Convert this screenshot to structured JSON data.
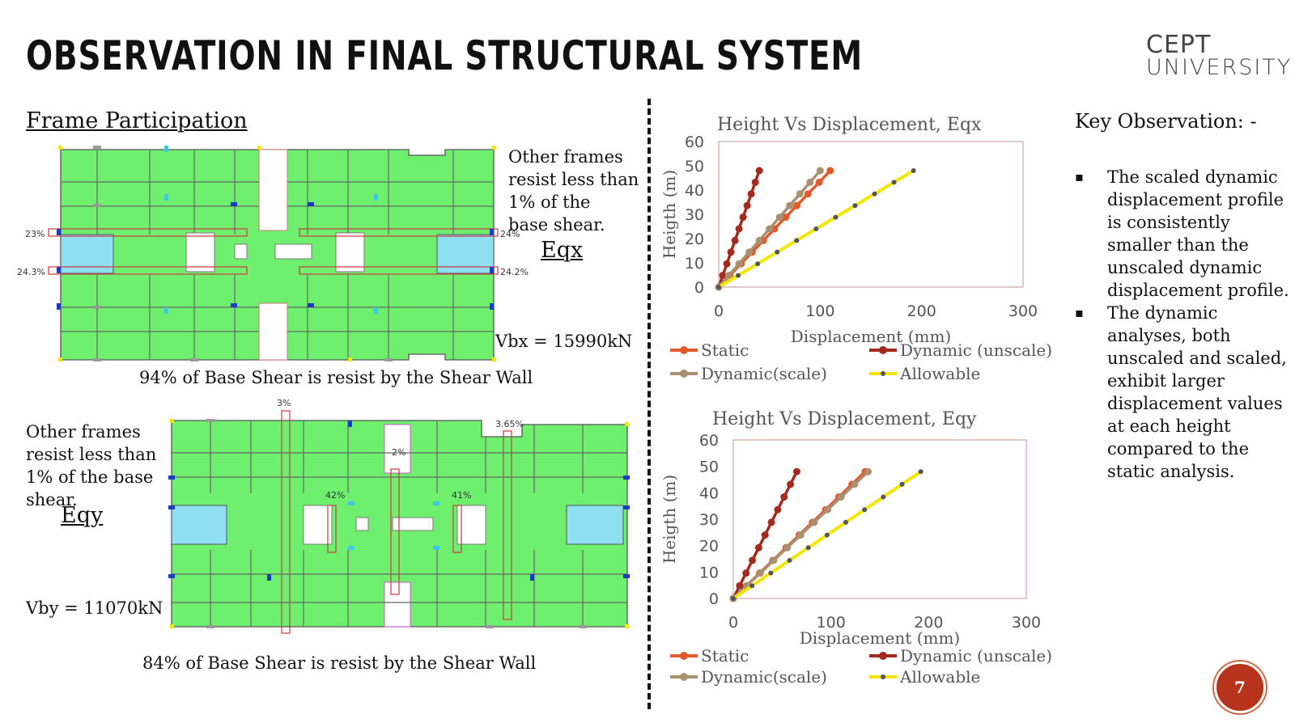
{
  "slide": {
    "title": "OBSERVATION IN FINAL STRUCTURAL SYSTEM",
    "logo_line1": "CEPT",
    "logo_line2": "UNIVERSITY",
    "page_number": "7"
  },
  "left": {
    "section_title": "Frame Participation",
    "eqx": {
      "note": [
        "Other frames",
        "resist less than",
        "1% of the",
        "base shear."
      ],
      "label": "Eqx",
      "vb": "Vbx = 15990kN",
      "caption": "94% of Base Shear is resist by the Shear Wall",
      "pcts": [
        "23%",
        "24%",
        "24.3%",
        "24.2%"
      ]
    },
    "eqy": {
      "note": [
        "Other frames",
        "resist less than",
        "1% of the base",
        "shear."
      ],
      "label": "Eqy",
      "vb": "Vby = 11070kN",
      "caption": "84% of Base Shear is resist by the Shear Wall",
      "pcts": [
        "3%",
        "3.65%",
        "2%",
        "42%",
        "41%"
      ]
    }
  },
  "key": {
    "title": "Key Observation: -",
    "bullets": [
      "The scaled dynamic displacement profile is consistently smaller than the unscaled dynamic displacement profile.",
      "The dynamic analyses, both unscaled and scaled, exhibit larger displacement values at each height compared to the static analysis."
    ]
  },
  "colors": {
    "static": "#e05a2b",
    "dynamic_unscale": "#a52a1e",
    "dynamic_scale": "#a89070",
    "allowable": "#f2e600",
    "floor_green": "#6ef06e",
    "wall_cyan": "#8ee0f0"
  },
  "chart_data": [
    {
      "type": "line",
      "title": "Height Vs Displacement, Eqx",
      "xlabel": "Displacement (mm)",
      "ylabel": "Heigth (m)",
      "xlim": [
        0,
        300
      ],
      "ylim": [
        0,
        60
      ],
      "xticks": [
        0,
        100,
        200,
        300
      ],
      "yticks": [
        0,
        10,
        20,
        30,
        40,
        50,
        60
      ],
      "grid": false,
      "legend": "bottom",
      "series": [
        {
          "name": "Static",
          "x": [
            0,
            11,
            22,
            33,
            44,
            55,
            66,
            77,
            88,
            99,
            110
          ],
          "y": [
            0,
            4.8,
            9.6,
            14.4,
            19.2,
            24,
            28.8,
            33.6,
            38.4,
            43.2,
            48
          ]
        },
        {
          "name": "Dynamic (unscale)",
          "x": [
            0,
            4,
            8,
            12,
            16,
            20,
            24,
            28,
            32,
            36,
            40
          ],
          "y": [
            0,
            4.8,
            9.6,
            14.4,
            19.2,
            24,
            28.8,
            33.6,
            38.4,
            43.2,
            48
          ]
        },
        {
          "name": "Dynamic(scale)",
          "x": [
            0,
            10,
            20,
            30,
            40,
            50,
            60,
            70,
            80,
            90,
            100
          ],
          "y": [
            0,
            4.8,
            9.6,
            14.4,
            19.2,
            24,
            28.8,
            33.6,
            38.4,
            43.2,
            48
          ]
        },
        {
          "name": "Allowable",
          "x": [
            0,
            19.2,
            38.4,
            57.6,
            76.8,
            96,
            115.2,
            134.4,
            153.6,
            172.8,
            192
          ],
          "y": [
            0,
            4.8,
            9.6,
            14.4,
            19.2,
            24,
            28.8,
            33.6,
            38.4,
            43.2,
            48
          ]
        }
      ]
    },
    {
      "type": "line",
      "title": "Height Vs Displacement, Eqy",
      "xlabel": "Displacement (mm)",
      "ylabel": "Heigth (m)",
      "xlim": [
        0,
        300
      ],
      "ylim": [
        0,
        60
      ],
      "xticks": [
        0,
        100,
        200,
        300
      ],
      "yticks": [
        0,
        10,
        20,
        30,
        40,
        50,
        60
      ],
      "grid": false,
      "legend": "bottom",
      "series": [
        {
          "name": "Static",
          "x": [
            0,
            13.5,
            27,
            40.5,
            54,
            67.5,
            81,
            94.5,
            108,
            121.5,
            135
          ],
          "y": [
            0,
            4.8,
            9.6,
            14.4,
            19.2,
            24,
            28.8,
            33.6,
            38.4,
            43.2,
            48
          ]
        },
        {
          "name": "Dynamic (unscale)",
          "x": [
            0,
            6.5,
            13,
            19.5,
            26,
            32.5,
            39,
            45.5,
            52,
            58.5,
            65
          ],
          "y": [
            0,
            4.8,
            9.6,
            14.4,
            19.2,
            24,
            28.8,
            33.6,
            38.4,
            43.2,
            48
          ]
        },
        {
          "name": "Dynamic(scale)",
          "x": [
            0,
            13.8,
            27.6,
            41.4,
            55.2,
            69,
            82.8,
            96.6,
            110.4,
            124.2,
            138
          ],
          "y": [
            0,
            4.8,
            9.6,
            14.4,
            19.2,
            24,
            28.8,
            33.6,
            38.4,
            43.2,
            48
          ]
        },
        {
          "name": "Allowable",
          "x": [
            0,
            19.2,
            38.4,
            57.6,
            76.8,
            96,
            115.2,
            134.4,
            153.6,
            172.8,
            192
          ],
          "y": [
            0,
            4.8,
            9.6,
            14.4,
            19.2,
            24,
            28.8,
            33.6,
            38.4,
            43.2,
            48
          ]
        }
      ]
    }
  ]
}
